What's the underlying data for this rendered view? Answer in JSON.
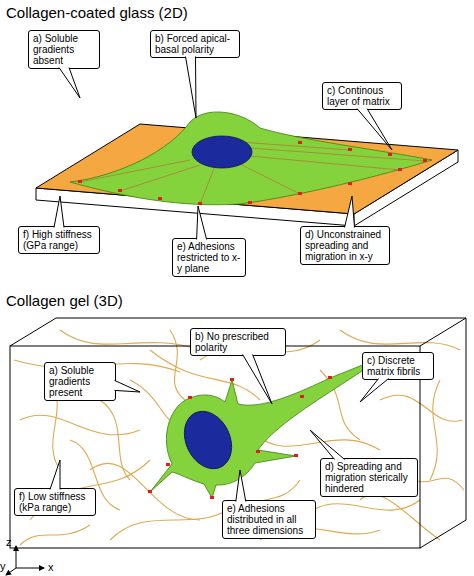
{
  "diagram": {
    "nodes": [
      {
        "text": [
          "a) Soluble gradients absent"
        ]
      },
      {
        "text": [
          "b) Forced apical-basal polarity"
        ]
      },
      {
        "text": [
          "c) Continous layer of matrix"
        ]
      },
      {
        "text": [
          "d) Unconstrained spreading and migration in x-y"
        ]
      },
      {
        "text": [
          "e) Adhesions restricted to x-y plane"
        ]
      },
      {
        "text": [
          "f) High stiffness (GPa range)"
        ]
      },
      {
        "text": [
          "a) Soluble gradients present"
        ]
      },
      {
        "text": [
          "b) No prescribed polarity"
        ]
      },
      {
        "text": [
          "c) Discrete matrix fibrils"
        ]
      },
      {
        "text": [
          "d) Spreading and migration sterically hindered"
        ]
      },
      {
        "text": [
          "e) Adhesions distributed in all three dimensions"
        ]
      },
      {
        "text": [
          "f) Low stiffness (kPa range)"
        ]
      }
    ],
    "labels": [
      "Collagen-coated glass (2D)",
      "Collagen gel (3D)",
      "z",
      "y",
      "x"
    ]
  }
}
